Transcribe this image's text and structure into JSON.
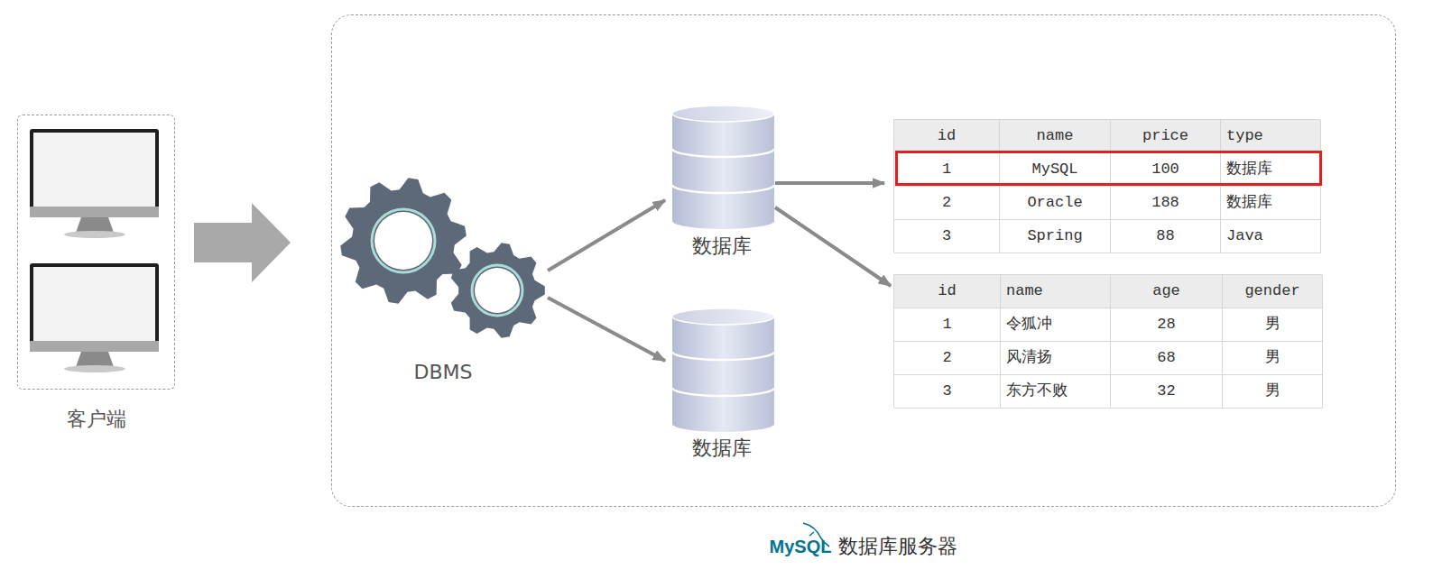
{
  "diagram": {
    "caption": "数据库服务器",
    "nodes": [
      {
        "text": [
          "客户端"
        ]
      },
      {
        "text": [
          "MySQL",
          "数据库服务器"
        ]
      },
      {
        "text": [
          "DBMS"
        ],
        "in": 1
      },
      {
        "text": [
          "数据库"
        ],
        "in": 1
      },
      {
        "text": [
          "数据库"
        ],
        "in": 1
      },
      {
        "text": [
          "id",
          "name",
          "price",
          "type",
          "1",
          "MySQL",
          "100",
          "数据库",
          "2",
          "Oracle",
          "188",
          "数据库",
          "3",
          "Spring",
          "88",
          "Java"
        ],
        "in": 1
      },
      {
        "text": [
          "id",
          "name",
          "age",
          "gender",
          "1",
          "令狐冲",
          "28",
          "男",
          "2",
          "风清扬",
          "68",
          "男",
          "3",
          "东方不败",
          "32",
          "男"
        ],
        "in": 1
      }
    ],
    "edges": [
      {
        "from": 0,
        "to": 1,
        "arrow": "to"
      },
      {
        "from": 2,
        "to": 3,
        "arrow": "to"
      },
      {
        "from": 2,
        "to": 4,
        "arrow": "to"
      },
      {
        "from": 3,
        "to": 5,
        "arrow": "to"
      },
      {
        "from": 3,
        "to": 6,
        "arrow": "to"
      }
    ]
  }
}
